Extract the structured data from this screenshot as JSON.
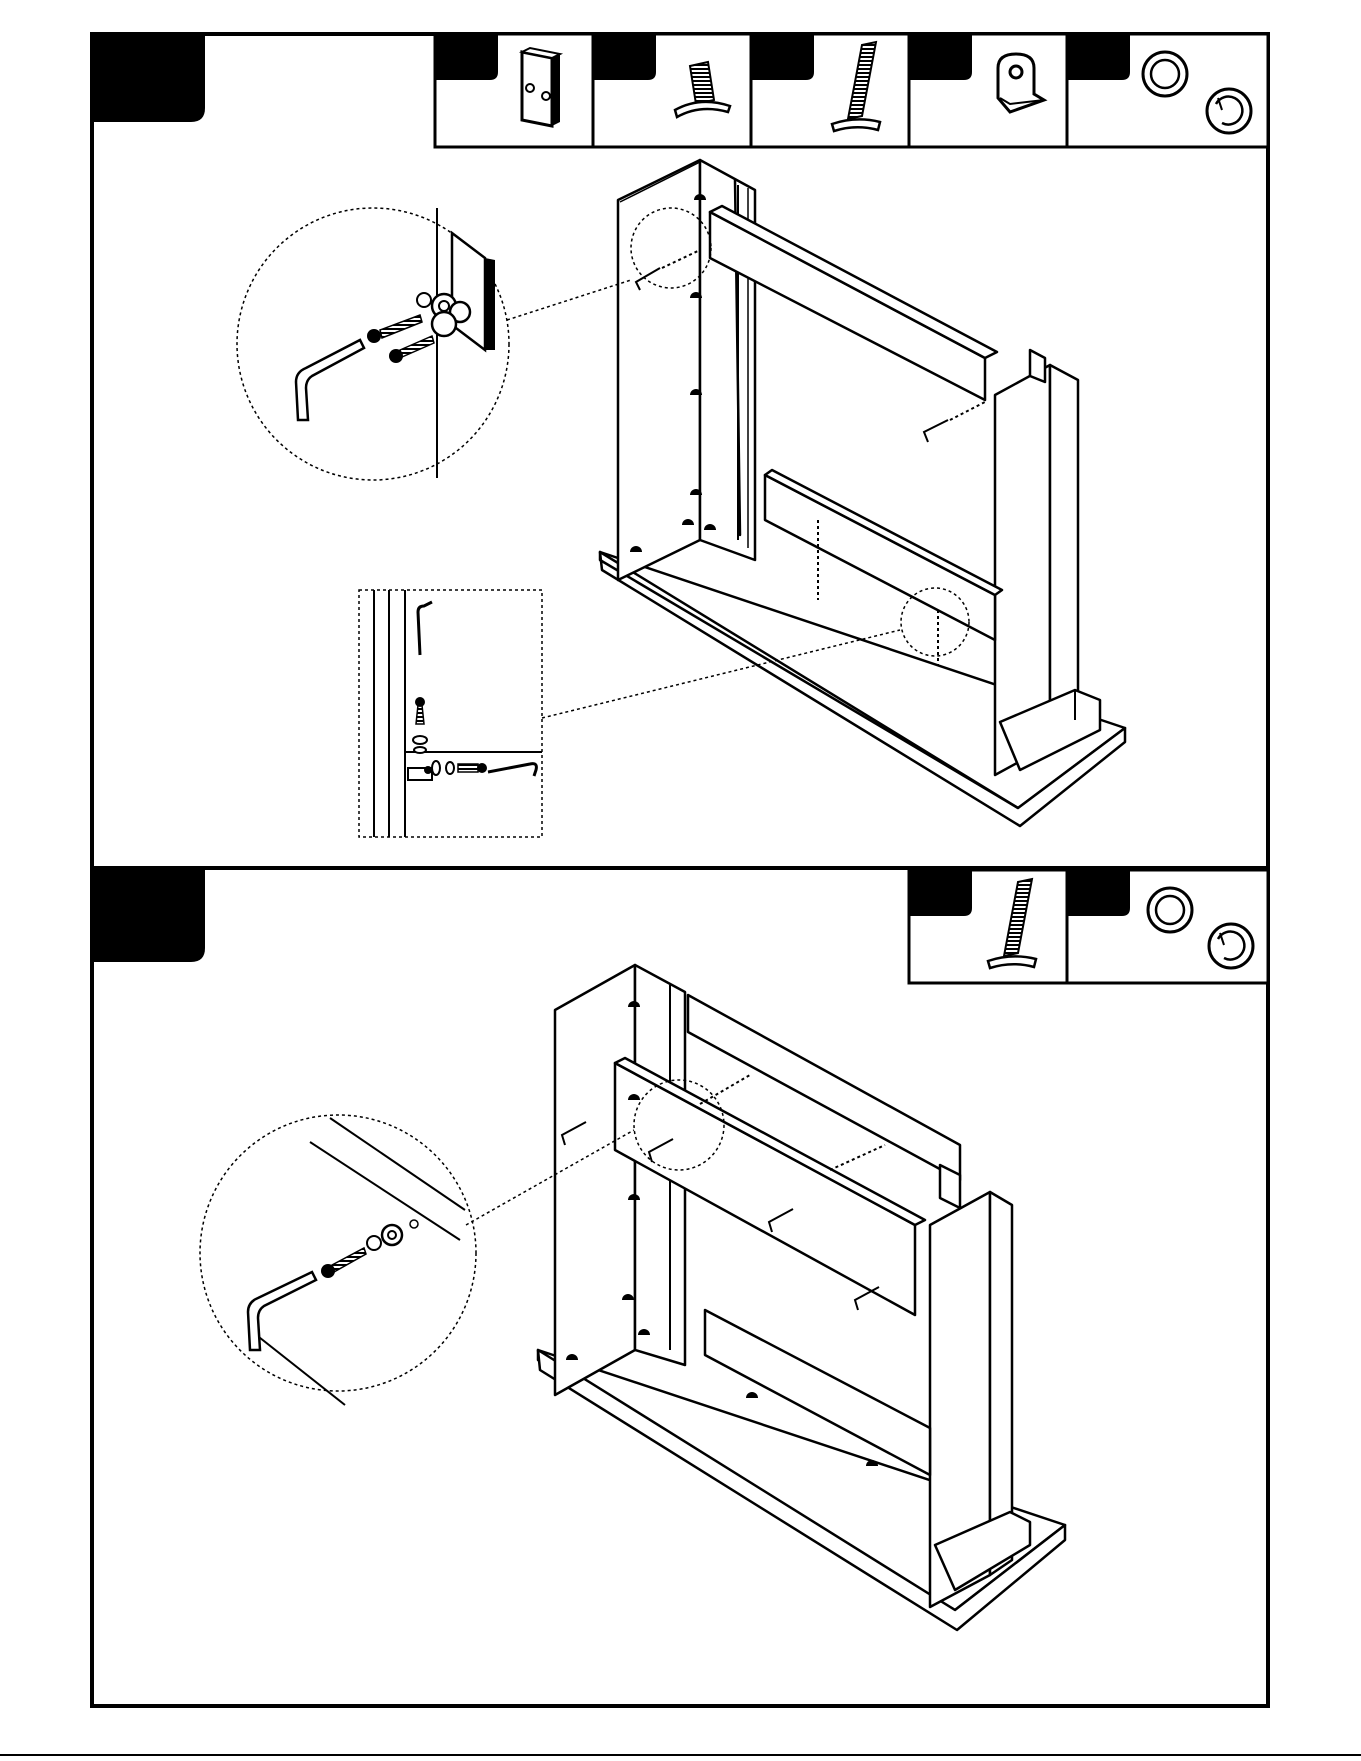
{
  "page": {
    "background": "#ffffff",
    "ink": "#000000"
  },
  "steps": [
    {
      "step_label": "",
      "parts": [
        {
          "icon": "cam-block-icon",
          "label": ""
        },
        {
          "icon": "short-bolt-icon",
          "label": ""
        },
        {
          "icon": "long-bolt-icon",
          "label": ""
        },
        {
          "icon": "l-bracket-icon",
          "label": ""
        },
        {
          "icon": "washer-pair-icon",
          "label": ""
        }
      ],
      "details": [
        "top-rail-joint-detail",
        "bottom-bracket-detail"
      ]
    },
    {
      "step_label": "",
      "parts": [
        {
          "icon": "long-bolt-icon",
          "label": ""
        },
        {
          "icon": "washer-pair-icon",
          "label": ""
        }
      ],
      "details": [
        "back-panel-bolt-detail"
      ]
    }
  ]
}
